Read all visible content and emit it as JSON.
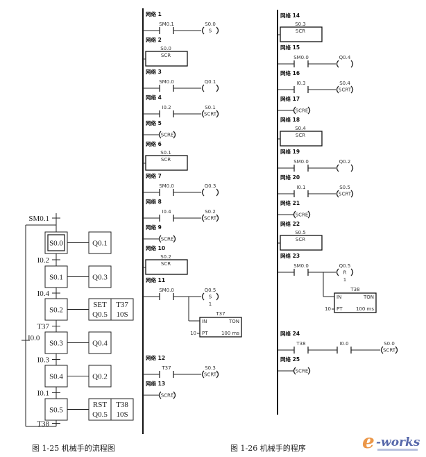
{
  "flowchart": {
    "caption": "图 1-25   机械手的流程图",
    "init_transition": "SM0.1",
    "loop_transition": "I0.0",
    "final_transition": "T38",
    "steps": [
      {
        "id": "S0.0",
        "initial": true,
        "action": [
          "Q0.1"
        ],
        "transition_after": "I0.2"
      },
      {
        "id": "S0.1",
        "initial": false,
        "action": [
          "Q0.3"
        ],
        "transition_after": "I0.4"
      },
      {
        "id": "S0.2",
        "initial": false,
        "action": [
          "SET",
          "Q0.5"
        ],
        "timer": [
          "T37",
          "10S"
        ],
        "transition_after": "T37"
      },
      {
        "id": "S0.3",
        "initial": false,
        "action": [
          "Q0.4"
        ],
        "transition_after": "I0.3"
      },
      {
        "id": "S0.4",
        "initial": false,
        "action": [
          "Q0.2"
        ],
        "transition_after": "I0.1"
      },
      {
        "id": "S0.5",
        "initial": false,
        "action": [
          "RST",
          "Q0.5"
        ],
        "timer": [
          "T38",
          "10S"
        ],
        "transition_after": "T38"
      }
    ]
  },
  "ladder": {
    "caption": "图 1-26   机械手的程序",
    "network_prefix": "网络",
    "columns": [
      [
        {
          "num": "1",
          "type": "contact-coil",
          "contact": "SM0.1",
          "coil_addr": "S0.0",
          "coil": "S"
        },
        {
          "num": "2",
          "type": "scr",
          "addr": "S0.0",
          "label": "SCR"
        },
        {
          "num": "3",
          "type": "contact-coil",
          "contact": "SM0.0",
          "coil_addr": "Q0.1",
          "coil": ""
        },
        {
          "num": "4",
          "type": "contact-coil",
          "contact": "I0.2",
          "coil_addr": "S0.1",
          "coil": "SCRT"
        },
        {
          "num": "5",
          "type": "scre",
          "coil": "SCRE"
        },
        {
          "num": "6",
          "type": "scr",
          "addr": "S0.1",
          "label": "SCR"
        },
        {
          "num": "7",
          "type": "contact-coil",
          "contact": "SM0.0",
          "coil_addr": "Q0.3",
          "coil": ""
        },
        {
          "num": "8",
          "type": "contact-coil",
          "contact": "I0.4",
          "coil_addr": "S0.2",
          "coil": "SCRT"
        },
        {
          "num": "9",
          "type": "scre",
          "coil": "SCRE"
        },
        {
          "num": "10",
          "type": "scr",
          "addr": "S0.2",
          "label": "SCR"
        },
        {
          "num": "11",
          "type": "contact-coil-timer",
          "contact": "SM0.0",
          "coil_addr": "Q0.5",
          "coil": "S",
          "coil_n": "1",
          "timer": "T37",
          "timer_in": "IN",
          "timer_type": "TON",
          "pt_val": "10",
          "pt": "PT",
          "base": "100 ms"
        },
        {
          "num": "12",
          "type": "contact-coil",
          "contact": "T37",
          "coil_addr": "S0.3",
          "coil": "SCRT"
        },
        {
          "num": "13",
          "type": "scre",
          "coil": "SCRE"
        }
      ],
      [
        {
          "num": "14",
          "type": "scr",
          "addr": "S0.3",
          "label": "SCR"
        },
        {
          "num": "15",
          "type": "contact-coil",
          "contact": "SM0.0",
          "coil_addr": "Q0.4",
          "coil": ""
        },
        {
          "num": "16",
          "type": "contact-coil",
          "contact": "I0.3",
          "coil_addr": "S0.4",
          "coil": "SCRT"
        },
        {
          "num": "17",
          "type": "scre",
          "coil": "SCRE"
        },
        {
          "num": "18",
          "type": "scr",
          "addr": "S0.4",
          "label": "SCR"
        },
        {
          "num": "19",
          "type": "contact-coil",
          "contact": "SM0.0",
          "coil_addr": "Q0.2",
          "coil": ""
        },
        {
          "num": "20",
          "type": "contact-coil",
          "contact": "I0.1",
          "coil_addr": "S0.5",
          "coil": "SCRT"
        },
        {
          "num": "21",
          "type": "scre",
          "coil": "SCRE"
        },
        {
          "num": "22",
          "type": "scr",
          "addr": "S0.5",
          "label": "SCR"
        },
        {
          "num": "23",
          "type": "contact-coil-timer",
          "contact": "SM0.0",
          "coil_addr": "Q0.5",
          "coil": "R",
          "coil_n": "1",
          "timer": "T38",
          "timer_in": "IN",
          "timer_type": "TON",
          "pt_val": "10",
          "pt": "PT",
          "base": "100 ms"
        },
        {
          "num": "24",
          "type": "two-contact-coil",
          "contact": "T38",
          "contact2": "I0.0",
          "coil_addr": "S0.0",
          "coil": "SCRT"
        },
        {
          "num": "25",
          "type": "scre",
          "coil": "SCRE"
        }
      ]
    ]
  },
  "logo": {
    "text": "e-works",
    "colors": {
      "e": "#e8862a",
      "works": "#3a4e9c"
    }
  }
}
